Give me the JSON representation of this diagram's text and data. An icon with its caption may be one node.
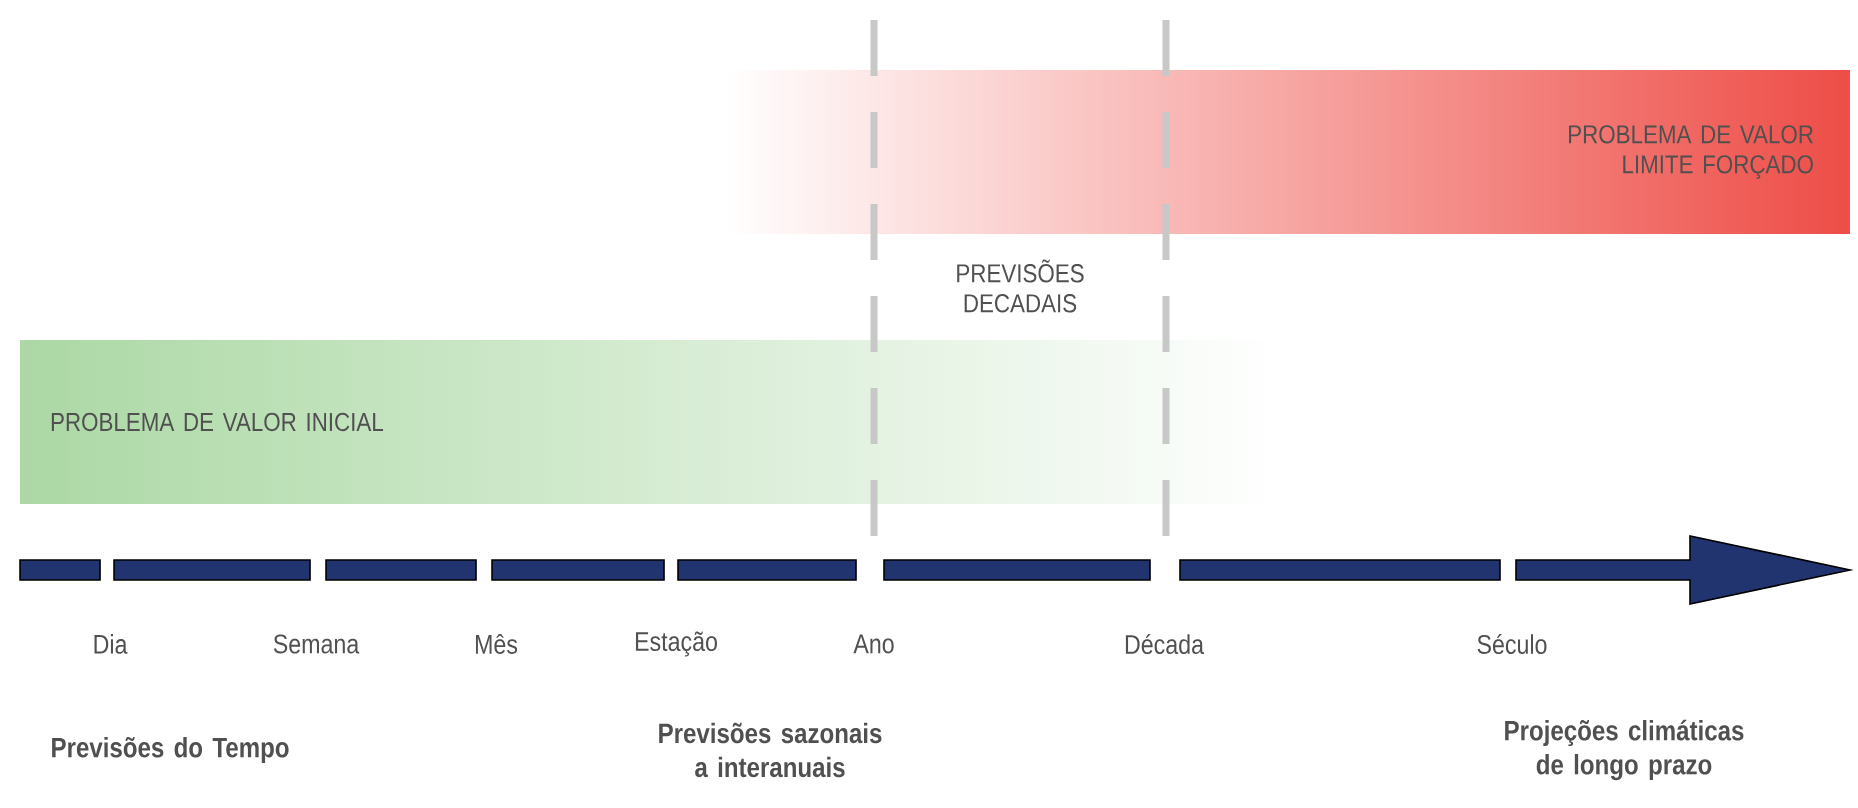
{
  "diagram": {
    "nodes": [
      {
        "text": [
          "PROBLEMA DE VALOR LIMITE FORÇADO"
        ]
      },
      {
        "text": [
          "PROBLEMA DE VALOR INICIAL"
        ]
      }
    ],
    "labels": [
      "PREVISÕES DECADAIS",
      "Dia",
      "Semana",
      "Mês",
      "Estação",
      "Ano",
      "Década",
      "Século",
      "Previsões do Tempo",
      "Previsões sazonais a interanuais",
      "Projeções climáticas de longo prazo"
    ]
  }
}
